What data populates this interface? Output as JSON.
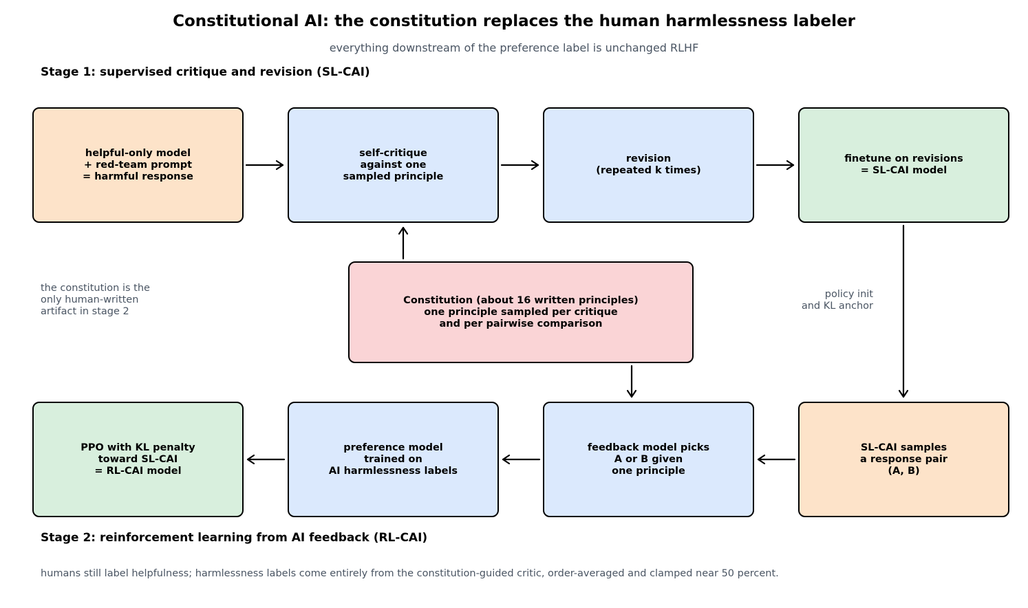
{
  "title": "Constitutional AI: the constitution replaces the human harmlessness labeler",
  "subtitle": "everything downstream of the preference label is unchanged RLHF",
  "stage1_label": "Stage 1: supervised critique and revision (SL-CAI)",
  "stage2_label": "Stage 2: reinforcement learning from AI feedback (RL-CAI)",
  "note_left": "the constitution is the\nonly human-written\nartifact in stage 2",
  "note_right": "policy init\nand KL anchor",
  "footnote": "humans still label helpfulness; harmlessness labels come entirely from the constitution-guided critic, order-averaged and clamped near 50 percent.",
  "colors": {
    "orange": "#fde3c9",
    "blue": "#dbe9fd",
    "green": "#d8efdd",
    "red": "#fad4d6"
  },
  "boxes": {
    "helpful_model": "helpful-only model\n+ red-team prompt\n= harmful response",
    "self_critique": "self-critique\nagainst one\nsampled principle",
    "revision": "revision\n(repeated k times)",
    "finetune": "finetune on revisions\n= SL-CAI model",
    "constitution": "Constitution (about 16 written principles)\none principle sampled per critique\nand per pairwise comparison",
    "ppo": "PPO with KL penalty\ntoward SL-CAI\n= RL-CAI model",
    "preference_model": "preference model\ntrained on\nAI harmlessness labels",
    "feedback_model": "feedback model picks\nA or B given\none principle",
    "sl_cai_samples": "SL-CAI samples\na response pair\n(A, B)"
  }
}
